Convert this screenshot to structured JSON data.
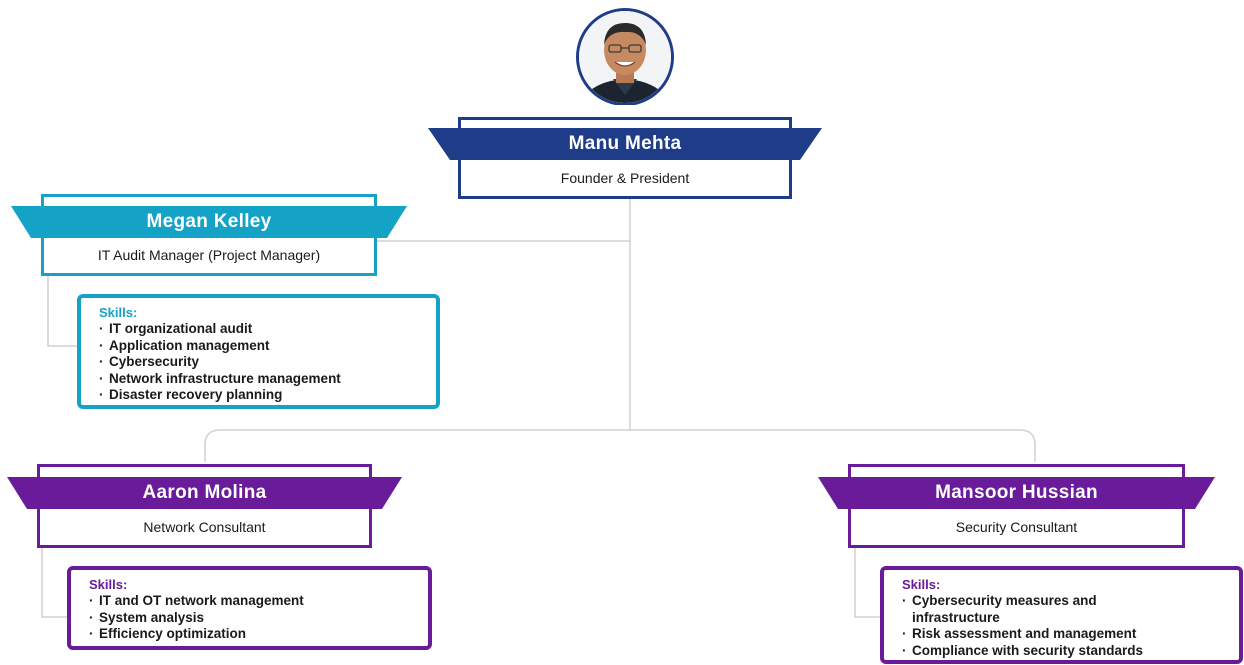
{
  "founder": {
    "name": "Manu Mehta",
    "role": "Founder & President",
    "color": "#1f3c88"
  },
  "members": [
    {
      "id": "megan",
      "name": "Megan Kelley",
      "role": "IT Audit Manager (Project Manager)",
      "color": "#14a3c7",
      "skills_label": "Skills:",
      "skills": [
        "IT organizational audit",
        "Application management",
        "Cybersecurity",
        "Network infrastructure management",
        "Disaster recovery planning"
      ]
    },
    {
      "id": "aaron",
      "name": "Aaron Molina",
      "role": "Network Consultant",
      "color": "#6a1b9a",
      "skills_label": "Skills:",
      "skills": [
        "IT and OT network management",
        "System analysis",
        "Efficiency optimization"
      ]
    },
    {
      "id": "mansoor",
      "name": "Mansoor Hussian",
      "role": "Security Consultant",
      "color": "#6a1b9a",
      "skills_label": "Skills:",
      "skills": [
        "Cybersecurity measures and",
        "infrastructure",
        "Risk assessment and management",
        "Compliance with security standards"
      ]
    }
  ]
}
